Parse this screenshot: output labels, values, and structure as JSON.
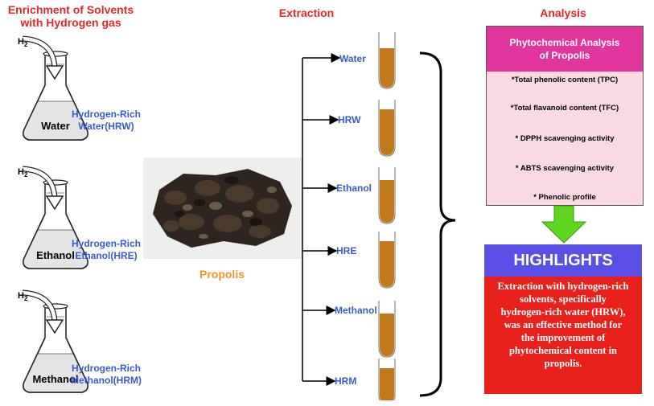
{
  "enrichment": {
    "title_line1": "Enrichment of Solvents",
    "title_line2": "with Hydrogen gas",
    "flasks": [
      {
        "gas": "H",
        "gas_sub": "2",
        "solvent": "Water",
        "product_line1": "Hydrogen-Rich",
        "product_line2": "Water(HRW)"
      },
      {
        "gas": "H",
        "gas_sub": "2",
        "solvent": "Ethanol",
        "product_line1": "Hydrogen-Rich",
        "product_line2": "Ethanol(HRE)"
      },
      {
        "gas": "H",
        "gas_sub": "2",
        "solvent": "Methanol",
        "product_line1": "Hydrogen-Rich",
        "product_line2": "Methanol(HRM)"
      }
    ]
  },
  "propolis": {
    "label": "Propolis"
  },
  "extraction": {
    "title": "Extraction",
    "tubes": [
      "Water",
      "HRW",
      "Ethanol",
      "HRE",
      "Methanol",
      "HRM"
    ]
  },
  "analysis": {
    "title": "Analysis",
    "box_title_line1": "Phytochemical Analysis",
    "box_title_line2": "of Propolis",
    "items": [
      "*Total phenolic content (TPC)",
      "*Total flavanoid content (TFC)",
      "* DPPH scavenging activity",
      "* ABTS scavenging activity",
      "* Phenolic profile"
    ]
  },
  "highlights": {
    "title": "HIGHLIGHTS",
    "lines": [
      "Extraction with hydrogen-rich",
      "solvents, specifically",
      "hydrogen-rich water (HRW),",
      "was an effective method for",
      "the improvement of",
      "phytochemical content in",
      "propolis."
    ]
  },
  "colors": {
    "title_red": "#e8262a",
    "label_blue": "#3a5bd0",
    "propolis_orange": "#f0962e",
    "tube_liquid": "#c07a1c",
    "analysis_header": "#e0359d",
    "analysis_body": "#fbd9e3",
    "highlights_header": "#5b4fe6",
    "highlights_body": "#e8211d",
    "arrow_green": "#5fd61e"
  }
}
